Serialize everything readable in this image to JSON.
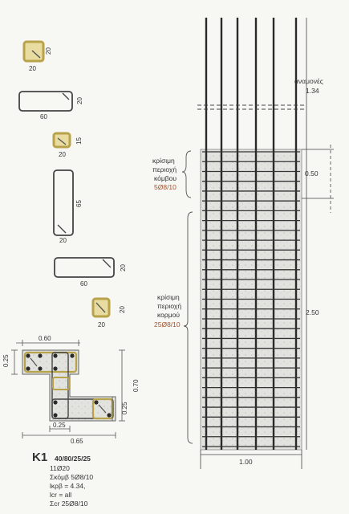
{
  "stirrups": [
    {
      "id": "s1",
      "w": "20",
      "h": "20"
    },
    {
      "id": "s2",
      "w": "60",
      "h": "20"
    },
    {
      "id": "s3",
      "w": "20",
      "h": "15"
    },
    {
      "id": "s4",
      "w": "20",
      "h": "65"
    },
    {
      "id": "s5",
      "w": "60",
      "h": "20"
    },
    {
      "id": "s6",
      "w": "20",
      "h": "20"
    }
  ],
  "section": {
    "dims": {
      "top": "0.60",
      "left": "0.25",
      "right": "0.70",
      "right_small": "0.25",
      "bottom_small": "0.25",
      "bottom": "0.65"
    },
    "title": "K1",
    "size": "40/80/25/25",
    "lines": [
      "11Ø20",
      "Σκόμβ 5Ø8/10",
      "lκρβ = 4.34,",
      "lcr = all",
      "Σcr 25Ø8/10"
    ]
  },
  "elevation": {
    "lap": {
      "label": "αναμονές",
      "value": "1.34"
    },
    "node": {
      "lines": [
        "κρίσιμη",
        "περιοχή",
        "κόμβου"
      ],
      "spec": "5Ø8/10",
      "dim": "0.50"
    },
    "body": {
      "lines": [
        "κρίσιμη",
        "περιοχή",
        "κορμού"
      ],
      "spec": "25Ø8/10",
      "dim": "2.50"
    },
    "width": "1.00"
  },
  "colors": {
    "steel": "#2a2a2a",
    "accent": "#a0522d",
    "concrete": "#dcdcd8",
    "ochre": "#b8a24a"
  }
}
